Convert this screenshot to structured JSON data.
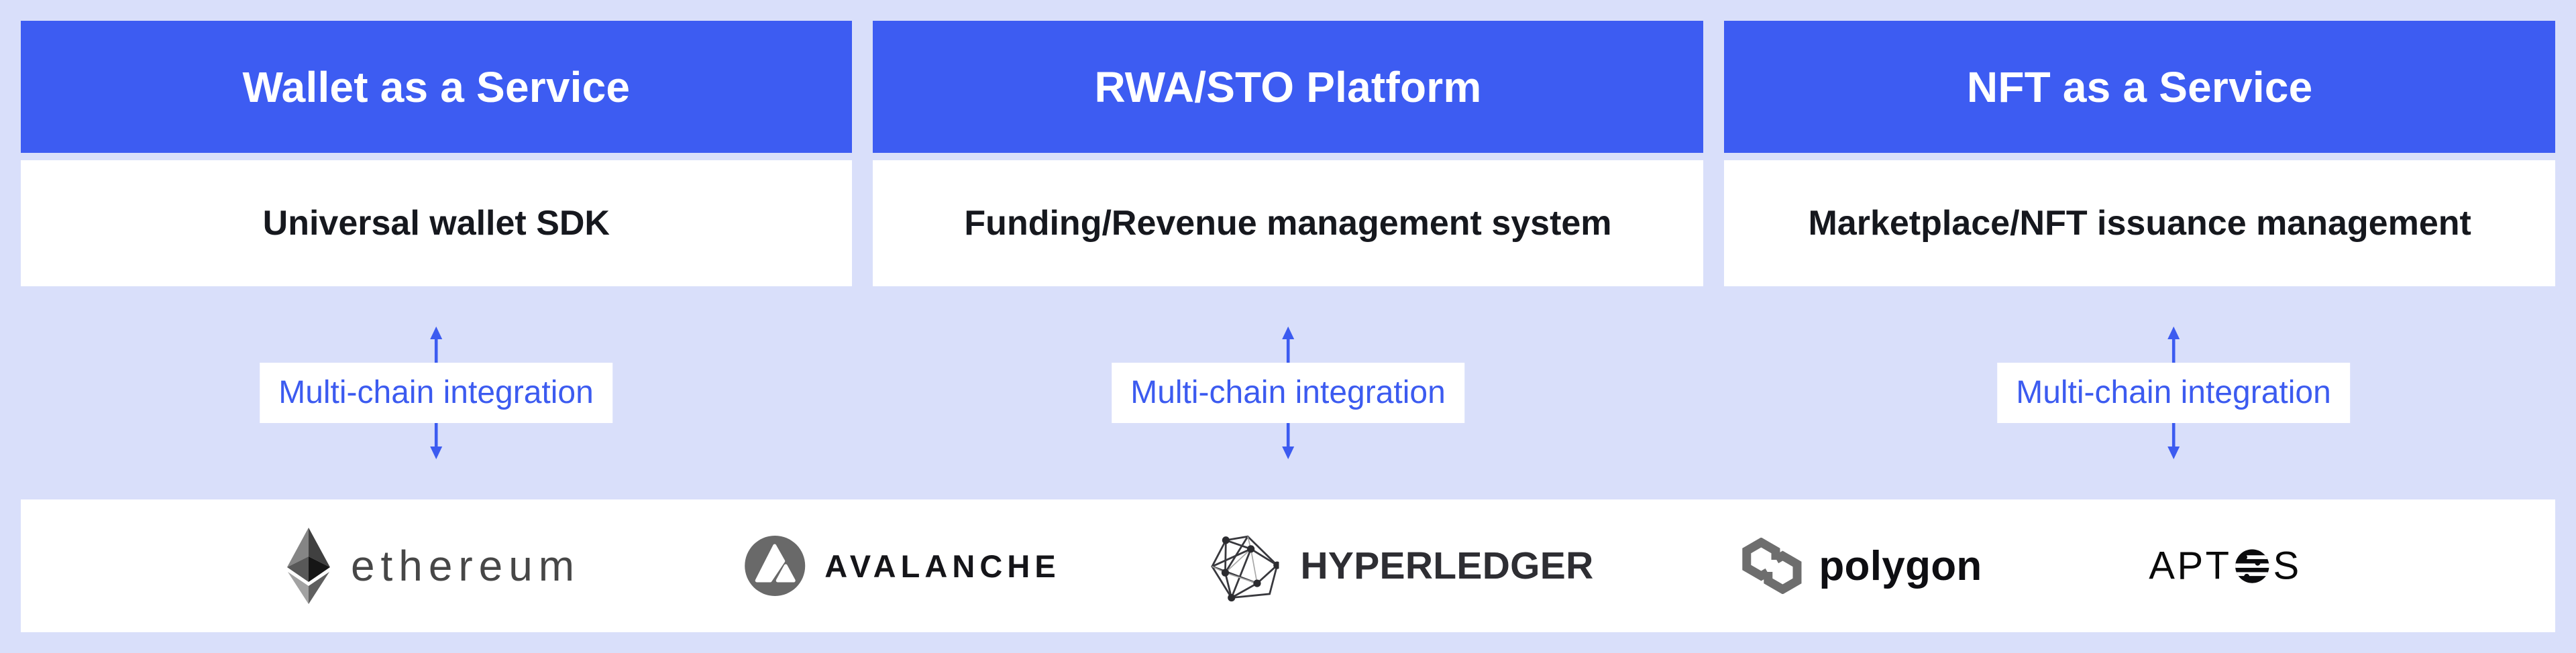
{
  "colors": {
    "background": "#d9dffa",
    "header-blue": "#3d5cf2",
    "accent-blue": "#3c5bf0",
    "card-white": "#ffffff",
    "dark-text": "#16181e"
  },
  "columns": [
    {
      "title": "Wallet as a Service",
      "subtitle": "Universal wallet SDK",
      "integration_label": "Multi-chain integration"
    },
    {
      "title": "RWA/STO Platform",
      "subtitle": "Funding/Revenue management system",
      "integration_label": "Multi-chain integration"
    },
    {
      "title": "NFT as a Service",
      "subtitle": "Marketplace/NFT issuance management",
      "integration_label": "Multi-chain integration"
    }
  ],
  "chains": [
    {
      "name": "Ethereum",
      "icon": "ethereum-diamond-icon",
      "wordmark": "ethereum"
    },
    {
      "name": "Avalanche",
      "icon": "avalanche-circle-icon",
      "wordmark": "AVALANCHE"
    },
    {
      "name": "Hyperledger",
      "icon": "hyperledger-mesh-icon",
      "wordmark": "HYPERLEDGER"
    },
    {
      "name": "Polygon",
      "icon": "polygon-hexagons-icon",
      "wordmark": "polygon"
    },
    {
      "name": "Aptos",
      "icon": "aptos-globe-icon",
      "wordmark_left": "APT",
      "wordmark_right": "S"
    }
  ]
}
